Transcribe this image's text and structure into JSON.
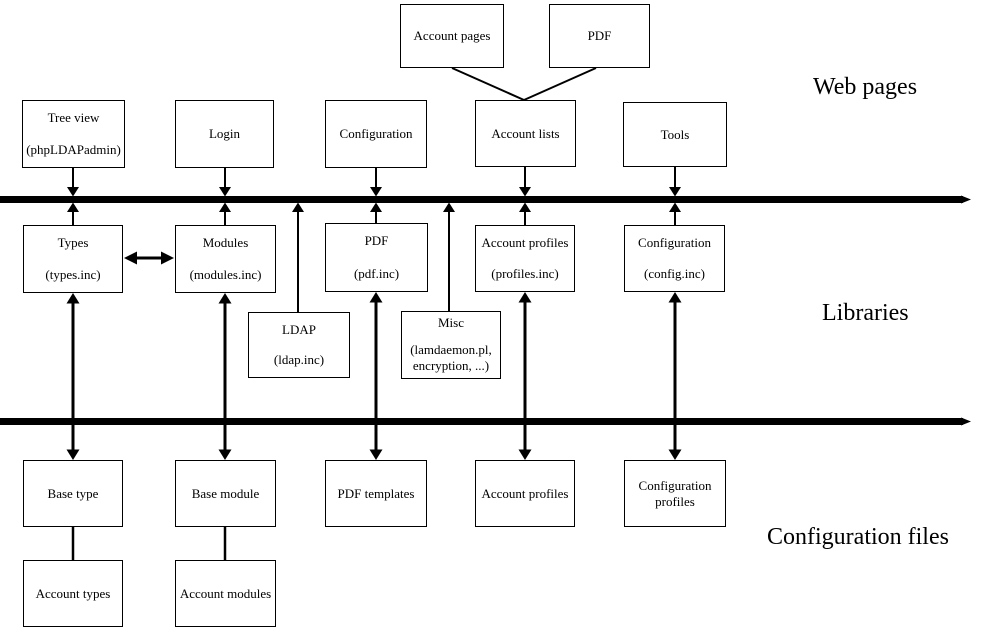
{
  "layer_labels": {
    "web_pages": "Web pages",
    "libraries": "Libraries",
    "configuration_files": "Configuration files"
  },
  "boxes": {
    "account_pages": {
      "lines": [
        "Account pages"
      ]
    },
    "pdf_page": {
      "lines": [
        "PDF"
      ]
    },
    "tree_view": {
      "lines": [
        "Tree view",
        "(phpLDAPadmin)"
      ]
    },
    "login": {
      "lines": [
        "Login"
      ]
    },
    "configuration_page": {
      "lines": [
        "Configuration"
      ]
    },
    "account_lists": {
      "lines": [
        "Account lists"
      ]
    },
    "tools": {
      "lines": [
        "Tools"
      ]
    },
    "types": {
      "lines": [
        "Types",
        "(types.inc)"
      ]
    },
    "modules": {
      "lines": [
        "Modules",
        "(modules.inc)"
      ]
    },
    "pdf_lib": {
      "lines": [
        "PDF",
        "(pdf.inc)"
      ]
    },
    "account_profiles_lib": {
      "lines": [
        "Account profiles",
        "(profiles.inc)"
      ]
    },
    "configuration_lib": {
      "lines": [
        "Configuration",
        "(config.inc)"
      ]
    },
    "ldap": {
      "lines": [
        "LDAP",
        "(ldap.inc)"
      ]
    },
    "misc": {
      "lines": [
        "Misc",
        "(lamdaemon.pl,",
        "encryption, ...)"
      ]
    },
    "base_type": {
      "lines": [
        "Base type"
      ]
    },
    "base_module": {
      "lines": [
        "Base module"
      ]
    },
    "pdf_templates": {
      "lines": [
        "PDF templates"
      ]
    },
    "account_profiles_file": {
      "lines": [
        "Account profiles"
      ]
    },
    "configuration_profiles": {
      "lines": [
        "Configuration",
        "profiles"
      ]
    },
    "account_types": {
      "lines": [
        "Account types"
      ]
    },
    "account_modules": {
      "lines": [
        "Account modules"
      ]
    }
  },
  "colors": {
    "line": "#000000",
    "background": "#ffffff",
    "text": "#000000"
  }
}
